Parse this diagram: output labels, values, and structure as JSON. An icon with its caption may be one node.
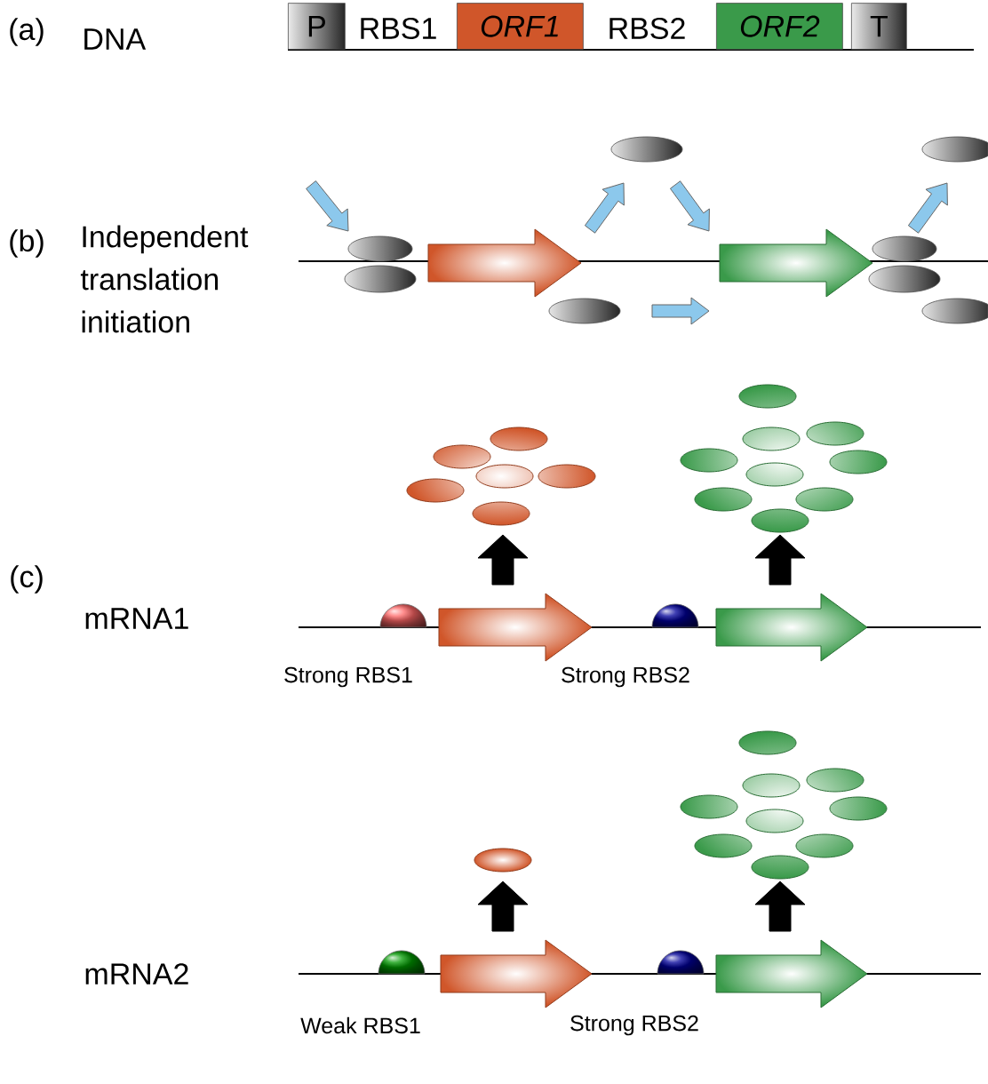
{
  "diagram": {
    "nodes": [
      {
        "text": [
          "P"
        ]
      },
      {
        "text": [
          "ORF1"
        ]
      },
      {
        "text": [
          "ORF2"
        ]
      },
      {
        "text": [
          "T"
        ]
      }
    ],
    "labels": [
      "(a)",
      "DNA",
      "RBS1",
      "RBS2",
      "(b)",
      "Independent translation initiation",
      "(c)",
      "mRNA1",
      "Strong RBS1",
      "Strong RBS2",
      "mRNA2",
      "Weak RBS1",
      "Strong RBS2"
    ]
  }
}
